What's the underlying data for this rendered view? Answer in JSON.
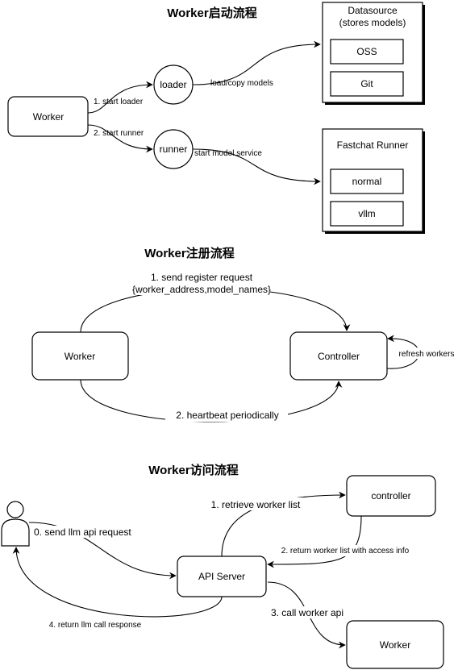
{
  "diagram1": {
    "title": "Worker启动流程",
    "worker": "Worker",
    "loader": "loader",
    "runner": "runner",
    "step1": "1. start loader",
    "step2": "2. start runner",
    "load_copy": "load/copy models",
    "start_service": "start model service",
    "datasource_title": "Datasource",
    "datasource_sub": "(stores models)",
    "oss": "OSS",
    "git": "Git",
    "runner_title": "Fastchat Runner",
    "normal": "normal",
    "vllm": "vllm"
  },
  "diagram2": {
    "title": "Worker注册流程",
    "worker": "Worker",
    "controller": "Controller",
    "register_line1": "1. send register request",
    "register_line2": "{worker_address,model_names}",
    "heartbeat": "2. heartbeat periodically",
    "refresh": "refresh workers"
  },
  "diagram3": {
    "title": "Worker访问流程",
    "controller": "controller",
    "api_server": "API Server",
    "worker": "Worker",
    "step0": "0. send llm api request",
    "step1": "1. retrieve worker list",
    "step2": "2. return worker list with access info",
    "step3": "3. call worker api",
    "step4": "4. return llm call response"
  }
}
